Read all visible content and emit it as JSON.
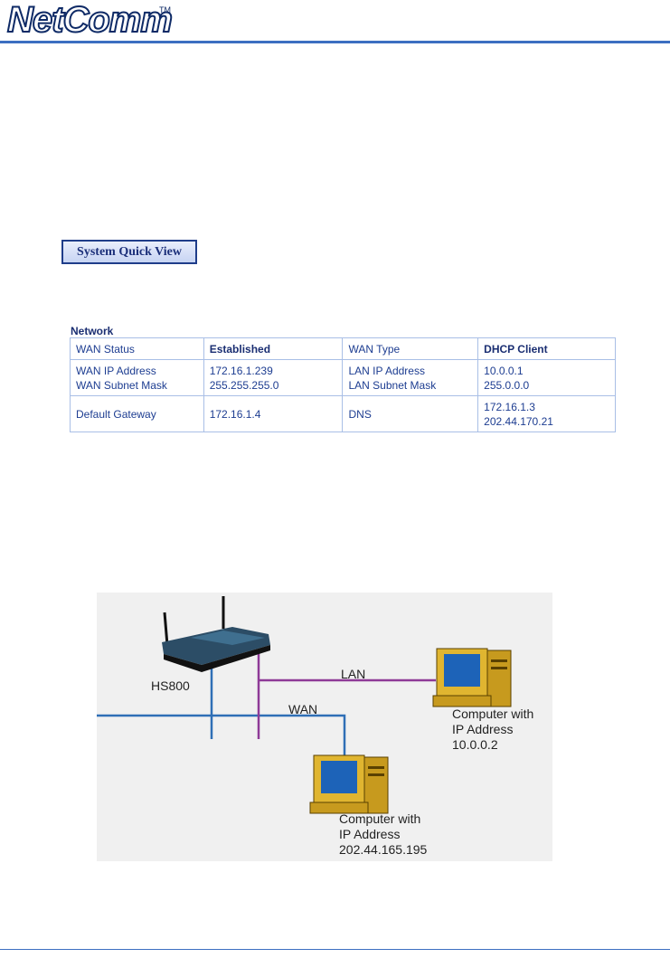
{
  "header": {
    "logo": "NetComm",
    "tm": "TM"
  },
  "quick_view": {
    "button_label": "System Quick View"
  },
  "network": {
    "title": "Network",
    "rows": [
      [
        [
          "WAN Status"
        ],
        [
          "Established"
        ],
        [
          "WAN Type"
        ],
        [
          "DHCP Client"
        ]
      ],
      [
        [
          "WAN IP Address",
          "WAN Subnet Mask"
        ],
        [
          "172.16.1.239",
          "255.255.255.0"
        ],
        [
          "LAN IP Address",
          "LAN Subnet Mask"
        ],
        [
          "10.0.0.1",
          "255.0.0.0"
        ]
      ],
      [
        [
          "Default Gateway"
        ],
        [
          "172.16.1.4"
        ],
        [
          "DNS"
        ],
        [
          "172.16.1.3",
          "202.44.170.21"
        ]
      ]
    ]
  },
  "diagram": {
    "router_label": "HS800",
    "lan_label": "LAN",
    "wan_label": "WAN",
    "lan_computer": [
      "Computer with",
      "IP Address",
      "10.0.0.2"
    ],
    "wan_computer": [
      "Computer with",
      "IP Address",
      "202.44.165.195"
    ],
    "colors": {
      "lan_line": "#8e3a97",
      "wan_line": "#2f6fb6"
    }
  }
}
